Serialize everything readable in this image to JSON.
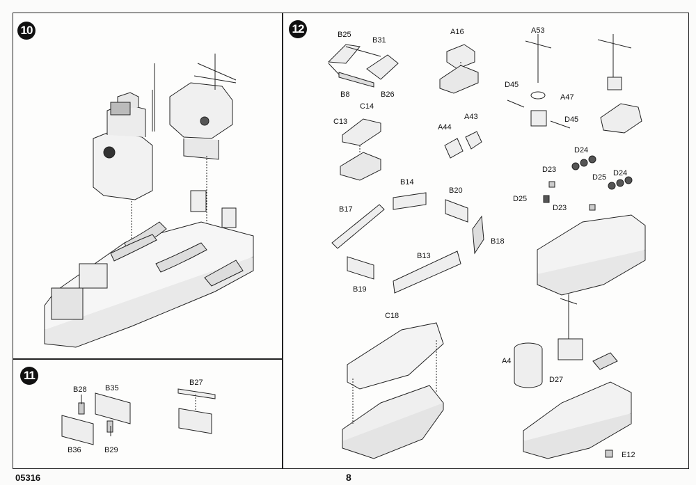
{
  "footer": {
    "part_number": "05316",
    "page_number": "8"
  },
  "steps": {
    "s10": {
      "number": "10"
    },
    "s11": {
      "number": "11",
      "labels": [
        "B28",
        "B35",
        "B36",
        "B29",
        "B27"
      ]
    },
    "s12": {
      "number": "12",
      "labels": [
        "B25",
        "B31",
        "B8",
        "B26",
        "A16",
        "A53",
        "D45",
        "A47",
        "D45",
        "C14",
        "C13",
        "A43",
        "A44",
        "D24",
        "D23",
        "D25",
        "D24",
        "D25",
        "D23",
        "B14",
        "B20",
        "B17",
        "B18",
        "B13",
        "B19",
        "C18",
        "A4",
        "D27",
        "E12"
      ]
    }
  }
}
